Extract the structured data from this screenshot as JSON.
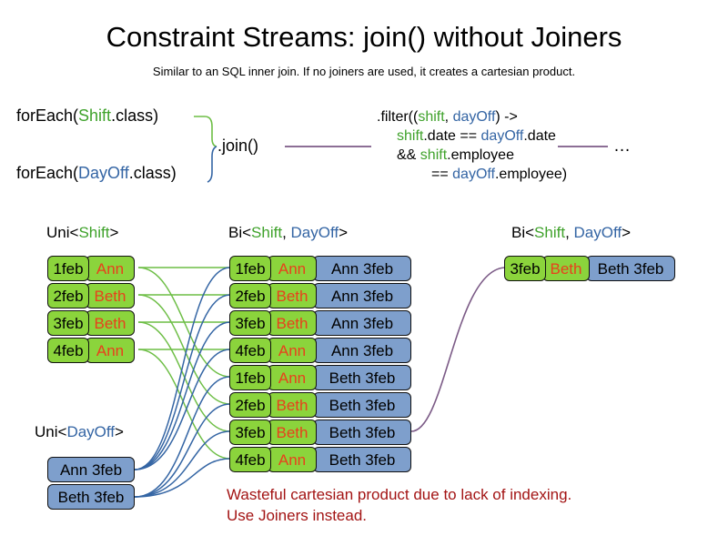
{
  "slide": {
    "title": "Constraint Streams: join() without Joiners",
    "subtitle": "Similar to an SQL inner join. If no joiners are used, it creates a cartesian product.",
    "warning_line1": "Wasteful cartesian product due to lack of indexing.",
    "warning_line2": "Use Joiners instead.",
    "ellipsis": "…"
  },
  "colors": {
    "shift_green": "#3FA22B",
    "dayoff_blue": "#3465A4",
    "card_green": "#8BD43C",
    "card_blue": "#7E9FCC",
    "name_orange": "#E8401C",
    "warning_red": "#A31414",
    "wire_green": "#6DBE45",
    "wire_blue": "#3465A4",
    "wire_purple": "#7B5A86"
  },
  "code": {
    "foreach_shift": {
      "prefix": "forEach(",
      "type": "Shift",
      "suffix": ".class)"
    },
    "foreach_dayoff": {
      "prefix": "forEach(",
      "type": "DayOff",
      "suffix": ".class)"
    },
    "join_label": ".join()",
    "filter": {
      "line1_a": ".filter((",
      "line1_shift": "shift",
      "line1_comma": ", ",
      "line1_dayoff": "dayOff",
      "line1_b": ") ->",
      "line2_shift": "shift",
      "line2_mid": ".date == ",
      "line2_dayoff": "dayOff",
      "line2_end": ".date",
      "line3_a": "&& ",
      "line3_shift": "shift",
      "line3_end": ".employee",
      "line4_a": "== ",
      "line4_dayoff": "dayOff",
      "line4_end": ".employee)"
    }
  },
  "labels": {
    "uni_shift": {
      "prefix": "Uni<",
      "type": "Shift",
      "suffix": ">"
    },
    "uni_dayoff": {
      "prefix": "Uni<",
      "type": "DayOff",
      "suffix": ">"
    },
    "bi_middle": {
      "prefix": "Bi<",
      "type1": "Shift",
      "sep": ", ",
      "type2": "DayOff",
      "suffix": ">"
    },
    "bi_right": {
      "prefix": "Bi<",
      "type1": "Shift",
      "sep": ", ",
      "type2": "DayOff",
      "suffix": ">"
    }
  },
  "streams": {
    "uni_shift_rows": [
      {
        "date": "1feb",
        "name": "Ann"
      },
      {
        "date": "2feb",
        "name": "Beth"
      },
      {
        "date": "3feb",
        "name": "Beth"
      },
      {
        "date": "4feb",
        "name": "Ann"
      }
    ],
    "uni_dayoff_rows": [
      {
        "pair": "Ann 3feb"
      },
      {
        "pair": "Beth 3feb"
      }
    ],
    "bi_middle_rows": [
      {
        "date": "1feb",
        "name": "Ann",
        "pair": "Ann 3feb"
      },
      {
        "date": "2feb",
        "name": "Beth",
        "pair": "Ann 3feb"
      },
      {
        "date": "3feb",
        "name": "Beth",
        "pair": "Ann 3feb"
      },
      {
        "date": "4feb",
        "name": "Ann",
        "pair": "Ann 3feb"
      },
      {
        "date": "1feb",
        "name": "Ann",
        "pair": "Beth 3feb"
      },
      {
        "date": "2feb",
        "name": "Beth",
        "pair": "Beth 3feb"
      },
      {
        "date": "3feb",
        "name": "Beth",
        "pair": "Beth 3feb"
      },
      {
        "date": "4feb",
        "name": "Ann",
        "pair": "Beth 3feb"
      }
    ],
    "bi_right_rows": [
      {
        "date": "3feb",
        "name": "Beth",
        "pair": "Beth 3feb"
      }
    ]
  }
}
